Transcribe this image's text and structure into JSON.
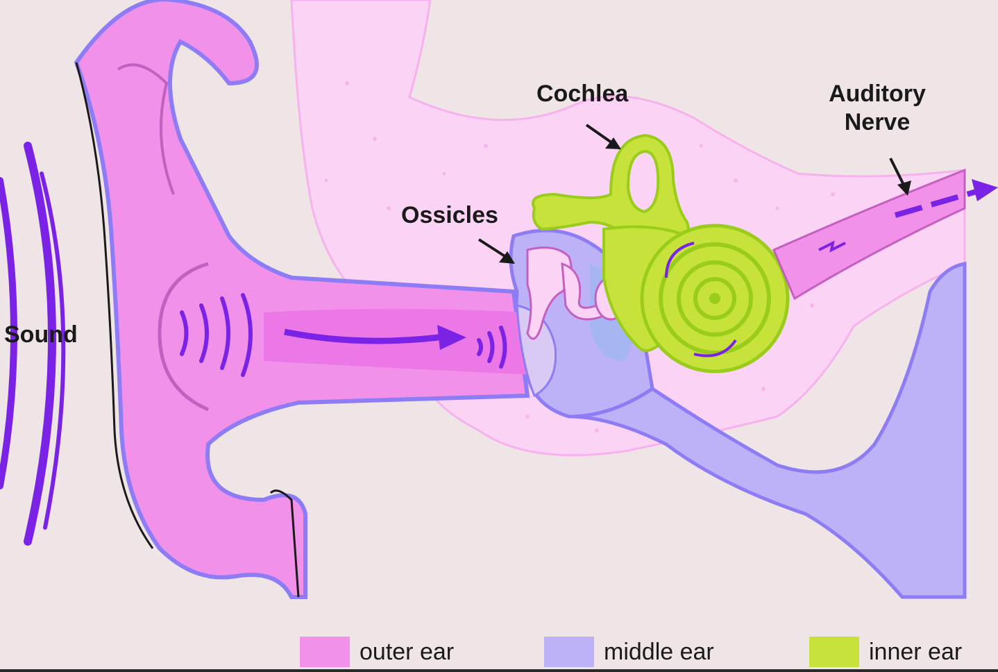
{
  "labels": {
    "sound": "Sound",
    "cochlea": "Cochlea",
    "ossicles": "Ossicles",
    "auditory_nerve_line1": "Auditory",
    "auditory_nerve_line2": "Nerve"
  },
  "legend": [
    {
      "label": "outer ear",
      "color": "#f191ea"
    },
    {
      "label": "middle ear",
      "color": "#bdb2f7"
    },
    {
      "label": "inner ear",
      "color": "#c7e23a"
    }
  ],
  "colors": {
    "background": "#efe5e6",
    "outer_ear": "#f191ea",
    "outer_ear_outline": "#8d7cf5",
    "middle_ear": "#bdb2f7",
    "inner_ear": "#c7e23a",
    "inner_ear_dark": "#9acc1c",
    "bone": "#fbd3f4",
    "sound_wave": "#7a22e6"
  }
}
